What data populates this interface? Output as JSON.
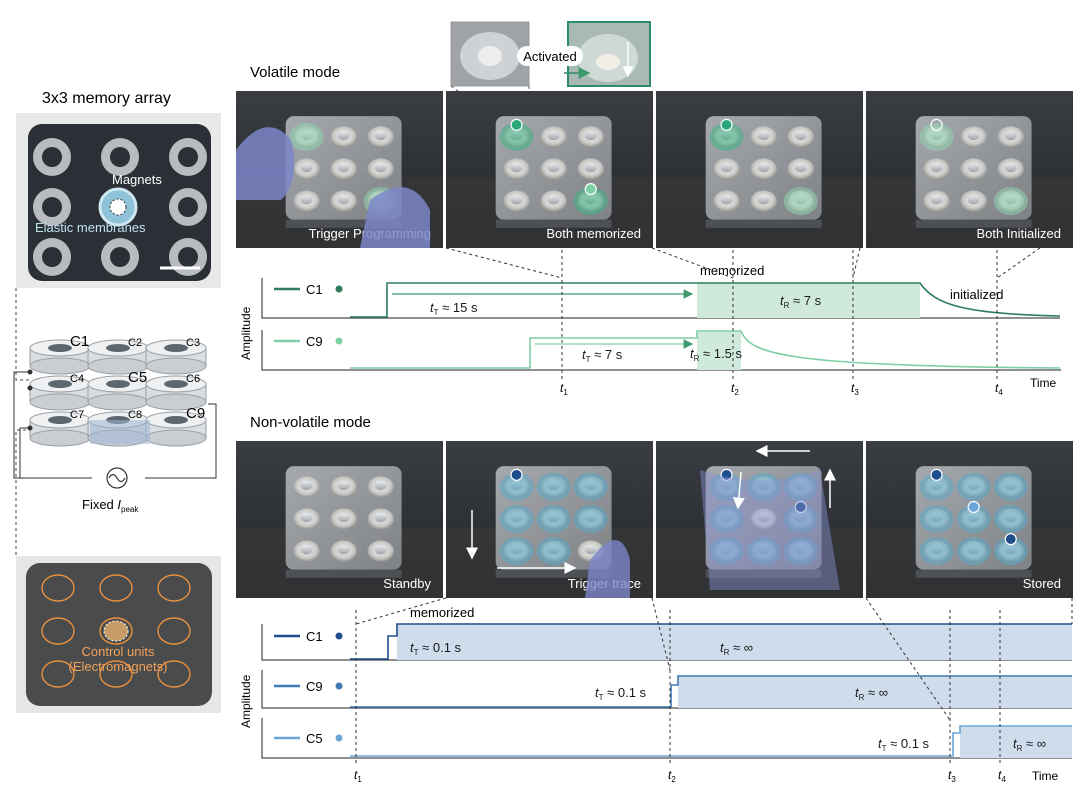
{
  "left_panel": {
    "title": "3x3 memory array",
    "top_photo": {
      "label_magnets": "Magnets",
      "label_membranes": "Elastic membranes"
    },
    "stack": {
      "cells": [
        "C1",
        "C2",
        "C3",
        "C4",
        "C5",
        "C6",
        "C7",
        "C8",
        "C9"
      ],
      "fixed_label": "Fixed ",
      "fixed_var": "I",
      "fixed_sub": "peak"
    },
    "bottom_photo": {
      "label_line1": "Control units",
      "label_line2": "(Electromagnets)"
    }
  },
  "volatile": {
    "title": "Volatile mode",
    "inset_label": "Activated",
    "photos": [
      "Trigger Programming",
      "Both memorized",
      "",
      "Both Initialized"
    ],
    "chart": {
      "ylabel": "Amplitude",
      "xlabel": "Time",
      "ticks": [
        "t",
        "t",
        "t",
        "t"
      ],
      "tick_subs": [
        "1",
        "2",
        "3",
        "4"
      ],
      "annot_memorized": "memorized",
      "annot_initialized": "initialized",
      "rows": [
        {
          "name": "C1",
          "tt": "≈ 15 s",
          "tr": "≈ 7 s"
        },
        {
          "name": "C9",
          "tt": "≈ 7 s",
          "tr": "≈ 1.5 s"
        }
      ]
    }
  },
  "nonvolatile": {
    "title": "Non-volatile mode",
    "photos": [
      "Standby",
      "Trigger trace",
      "",
      "Stored"
    ],
    "chart": {
      "ylabel": "Amplitude",
      "xlabel": "Time",
      "ticks": [
        "t",
        "t",
        "t",
        "t"
      ],
      "tick_subs": [
        "1",
        "2",
        "3",
        "4"
      ],
      "annot_memorized": "memorized",
      "rows": [
        {
          "name": "C1",
          "tt": "≈ 0.1 s",
          "tr": "≈ ∞"
        },
        {
          "name": "C9",
          "tt": "≈ 0.1 s",
          "tr": "≈ ∞"
        },
        {
          "name": "C5",
          "tt": "≈ 0.1 s",
          "tr": "≈ ∞"
        }
      ]
    }
  },
  "symbols": {
    "T": "t",
    "T_sub": "T",
    "R_sub": "R"
  },
  "colors": {
    "green_dark": "#2e7d5b",
    "green_light": "#7fcfa6",
    "green_fill": "#cfe9dc",
    "blue_dark": "#1f4e8c",
    "blue_mid": "#3f79b5",
    "blue_light": "#6aa6d8",
    "blue_fill": "#cfdcec"
  }
}
